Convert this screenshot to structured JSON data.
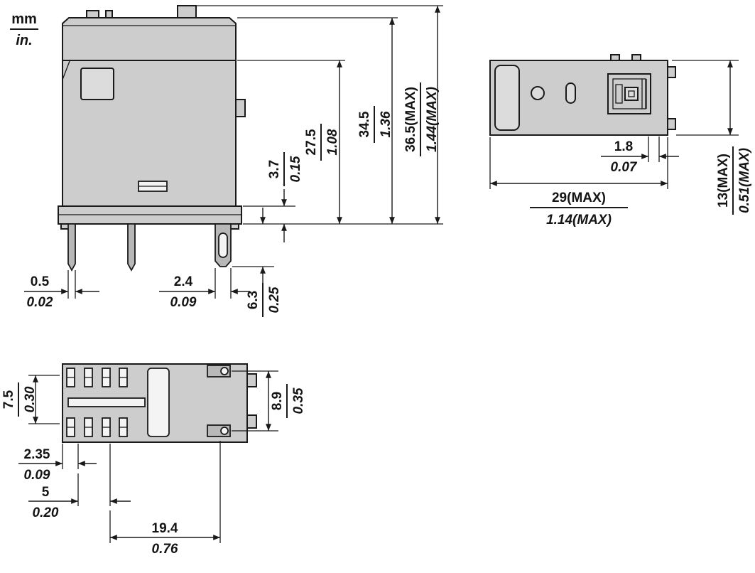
{
  "legend": {
    "mm": "mm",
    "inches": "in."
  },
  "dims": {
    "front": {
      "d05": {
        "mm": "0.5",
        "in": "0.02"
      },
      "d24": {
        "mm": "2.4",
        "in": "0.09"
      },
      "d63": {
        "mm": "6.3",
        "in": "0.25"
      },
      "d37": {
        "mm": "3.7",
        "in": "0.15"
      },
      "d275": {
        "mm": "27.5",
        "in": "1.08"
      },
      "d345": {
        "mm": "34.5",
        "in": "1.36"
      },
      "d365": {
        "mm": "36.5(MAX)",
        "in": "1.44(MAX)"
      }
    },
    "top": {
      "d18": {
        "mm": "1.8",
        "in": "0.07"
      },
      "d29": {
        "mm": "29(MAX)",
        "in": "1.14(MAX)"
      },
      "d13": {
        "mm": "13(MAX)",
        "in": "0.51(MAX)"
      }
    },
    "bottom": {
      "d75": {
        "mm": "7.5",
        "in": "0.30"
      },
      "d89": {
        "mm": "8.9",
        "in": "0.35"
      },
      "d235": {
        "mm": "2.35",
        "in": "0.09"
      },
      "d5": {
        "mm": "5",
        "in": "0.20"
      },
      "d194": {
        "mm": "19.4",
        "in": "0.76"
      }
    }
  }
}
